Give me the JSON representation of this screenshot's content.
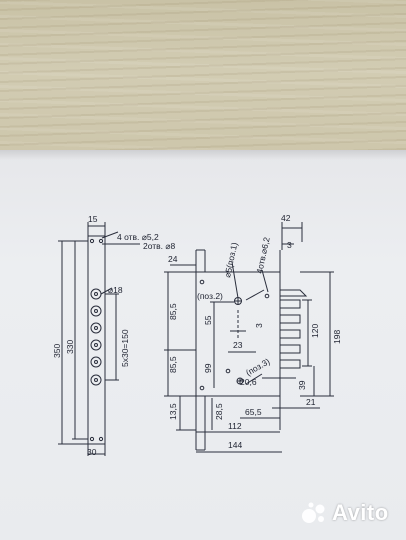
{
  "drawing": {
    "labels": {
      "w15": "15",
      "holes4": "4 отв. ⌀5,2",
      "holes2": "2отв. ⌀8",
      "d18": "⌀18",
      "h350": "350",
      "h330": "330",
      "pitch": "5х30=150",
      "w30": "30",
      "w42": "42",
      "w3a": "3",
      "w24": "24",
      "holes4b": "4отв.⌀6,2",
      "pos1": "⌀5(поз.1)",
      "pos2": "(поз.2)",
      "pos3": "(поз.3)",
      "h85a": "85,5",
      "h55": "55",
      "w3b": "3",
      "w23": "23",
      "h85b": "85,5",
      "h99": "99",
      "h120": "120",
      "h198": "198",
      "w206": "20,6",
      "h39": "39",
      "h135": "13,5",
      "h285": "28,5",
      "w655": "65,5",
      "w21": "21",
      "w112": "112",
      "w144": "144"
    }
  },
  "watermark": {
    "text": "Avito"
  }
}
